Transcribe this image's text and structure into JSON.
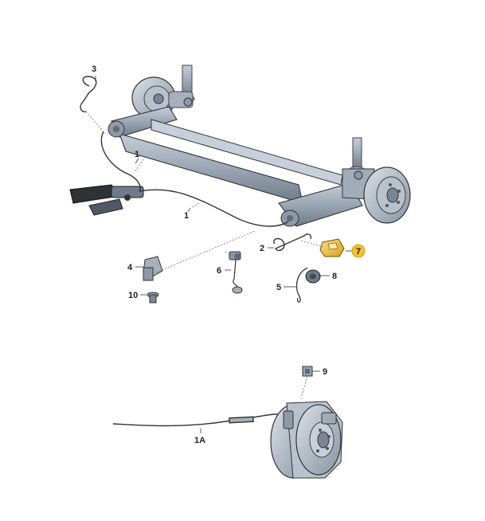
{
  "diagram": {
    "callouts": {
      "c1a": "1",
      "c1b": "1",
      "c2": "2",
      "c3": "3",
      "c4": "4",
      "c5": "5",
      "c6": "6",
      "c7": "7",
      "c8": "8",
      "c9": "9",
      "c10": "10",
      "c1A": "1A"
    },
    "colors": {
      "highlight": "#f2c12e",
      "metal": "#9aa6b4",
      "metal_dark": "#5f6b79",
      "metal_light": "#d4dbe3",
      "line": "#333333"
    }
  }
}
